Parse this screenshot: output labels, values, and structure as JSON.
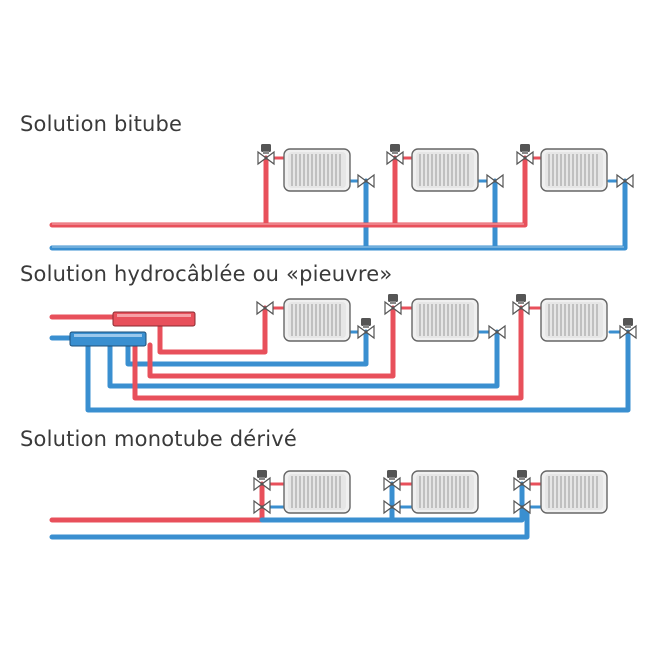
{
  "sections": [
    {
      "title": "Solution bitube"
    },
    {
      "title": "Solution hydrocâblée ou «pieuvre»"
    },
    {
      "title": "Solution monotube dérivé"
    }
  ],
  "colors": {
    "hot_pipe": "#e8505b",
    "cold_pipe": "#3a8fd0",
    "radiator_fill": "#eeeeee",
    "radiator_stroke": "#666666",
    "valve_dark": "#444444"
  },
  "icons": [
    "radiator-icon",
    "valve-icon",
    "thermostatic-head-icon",
    "manifold-icon"
  ]
}
